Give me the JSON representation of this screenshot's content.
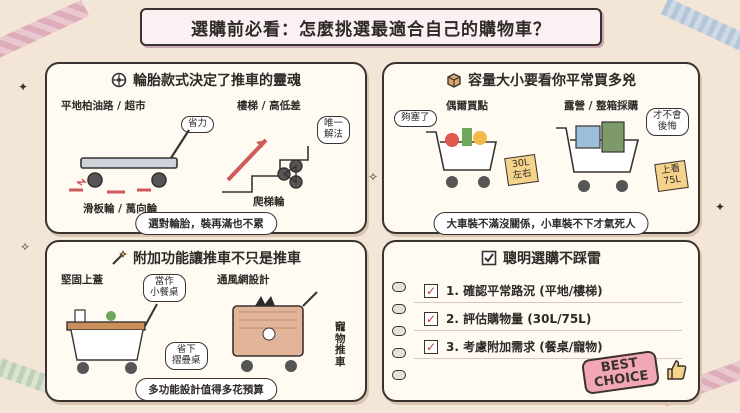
{
  "title": "選購前必看：怎麼挑選最適合自己的購物車？",
  "panel1": {
    "heading": "輪胎款式決定了推車的靈魂",
    "icon": "wheel-icon",
    "left_top": "平地柏油路 / 超市",
    "left_bubble": "省力",
    "left_bottom": "滑板輪 / 萬向輪",
    "right_top": "樓梯 / 高低差",
    "right_bubble": "唯一\n解法",
    "right_bottom": "爬梯輪",
    "caption": "選對輪胎，裝再滿也不累"
  },
  "panel2": {
    "heading": "容量大小要看你平常買多兇",
    "icon": "box-icon",
    "left_top": "偶爾買點",
    "left_bubble": "夠塞了",
    "left_tag": "30L\n左右",
    "right_top": "露營 / 整箱採購",
    "right_bubble": "才不會\n後悔",
    "right_tag": "上看\n75L",
    "caption": "大車裝不滿沒關係，小車裝不下才氣死人"
  },
  "panel3": {
    "heading": "附加功能讓推車不只是推車",
    "icon": "magic-wand-icon",
    "left_top": "堅固上蓋",
    "left_bubble1": "當作\n小餐桌",
    "left_bubble2": "省下\n摺疊桌",
    "right_top": "通風網設計",
    "right_side": "寵\n物\n推\n車",
    "caption": "多功能設計值得多花預算"
  },
  "panel4": {
    "heading": "聰明選購不踩雷",
    "icon": "checkbox-icon",
    "items": [
      "1. 確認平常路況 (平地/樓梯)",
      "2. 評估購物量 (30L/75L)",
      "3. 考慮附加需求 (餐桌/寵物)"
    ],
    "badge": "BEST\nCHOICE"
  },
  "colors": {
    "background": "#f3e6d6",
    "panel": "#fffaf2",
    "tag": "#f6d38a",
    "badge": "#f2a7b7"
  }
}
